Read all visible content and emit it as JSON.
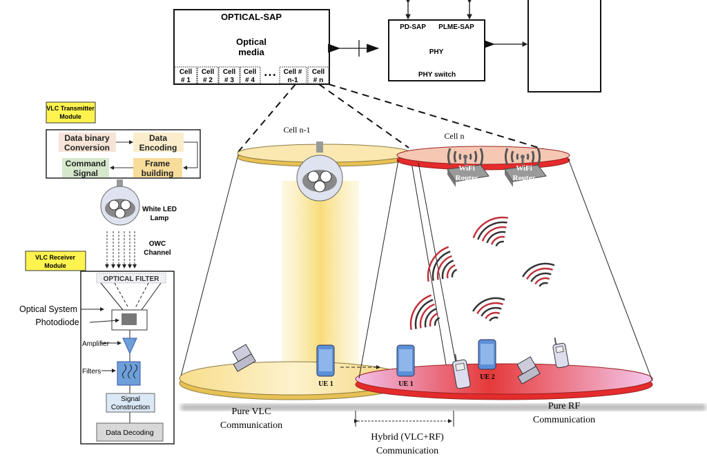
{
  "optical_sap": {
    "title": "OPTICAL-SAP",
    "media_line1": "Optical",
    "media_line2": "media",
    "cells": [
      {
        "l1": "Cell",
        "l2": "# 1"
      },
      {
        "l1": "Cell",
        "l2": "# 2"
      },
      {
        "l1": "Cell",
        "l2": "# 3"
      },
      {
        "l1": "Cell",
        "l2": "# 4"
      },
      {
        "l1": "Cell #",
        "l2": "n-1"
      },
      {
        "l1": "Cell",
        "l2": "# n"
      }
    ],
    "ellipsis": "• • •"
  },
  "phy": {
    "pd_sap": "PD-SAP",
    "plme_sap": "PLME-SAP",
    "title": "PHY",
    "switch": "PHY switch"
  },
  "transmitter": {
    "module_label_1": "VLC Transmitter",
    "module_label_2": "Module",
    "data_binary_1": "Data binary",
    "data_binary_2": "Conversion",
    "data_encoding_1": "Data",
    "data_encoding_2": "Encoding",
    "command_1": "Command",
    "command_2": "Signal",
    "frame_1": "Frame",
    "frame_2": "building",
    "lamp_1": "White LED",
    "lamp_2": "Lamp",
    "owc_1": "OWC",
    "owc_2": "Channel"
  },
  "receiver": {
    "module_label_1": "VLC Receiver",
    "module_label_2": "Module",
    "optical_filter": "OPTICAL FILTER",
    "optical_system": "Optical System",
    "photodiode": "Photodiode",
    "amplifier": "Amplifier",
    "filters": "Filters",
    "signal_1": "Signal",
    "signal_2": "Construction",
    "decoding": "Data Decoding"
  },
  "scene": {
    "cell_n_minus_1": "Cell n-1",
    "cell_n": "Cell n",
    "router_1": "WiFi",
    "router_2": "Router",
    "ue1": "UE 1",
    "ue2": "UE 2",
    "pure_vlc_1": "Pure VLC",
    "pure_vlc_2": "Communication",
    "pure_rf_1": "Pure RF",
    "pure_rf_2": "Communication",
    "hybrid_1": "Hybrid (VLC+RF)",
    "hybrid_2": "Communication"
  },
  "colors": {
    "vlc_yellow": "#f5d98a",
    "rf_red": "#e52b2b",
    "rf_pink": "#f4c4e8",
    "label_yellow": "#fff44f",
    "filter_blue": "#6f9fd8"
  }
}
